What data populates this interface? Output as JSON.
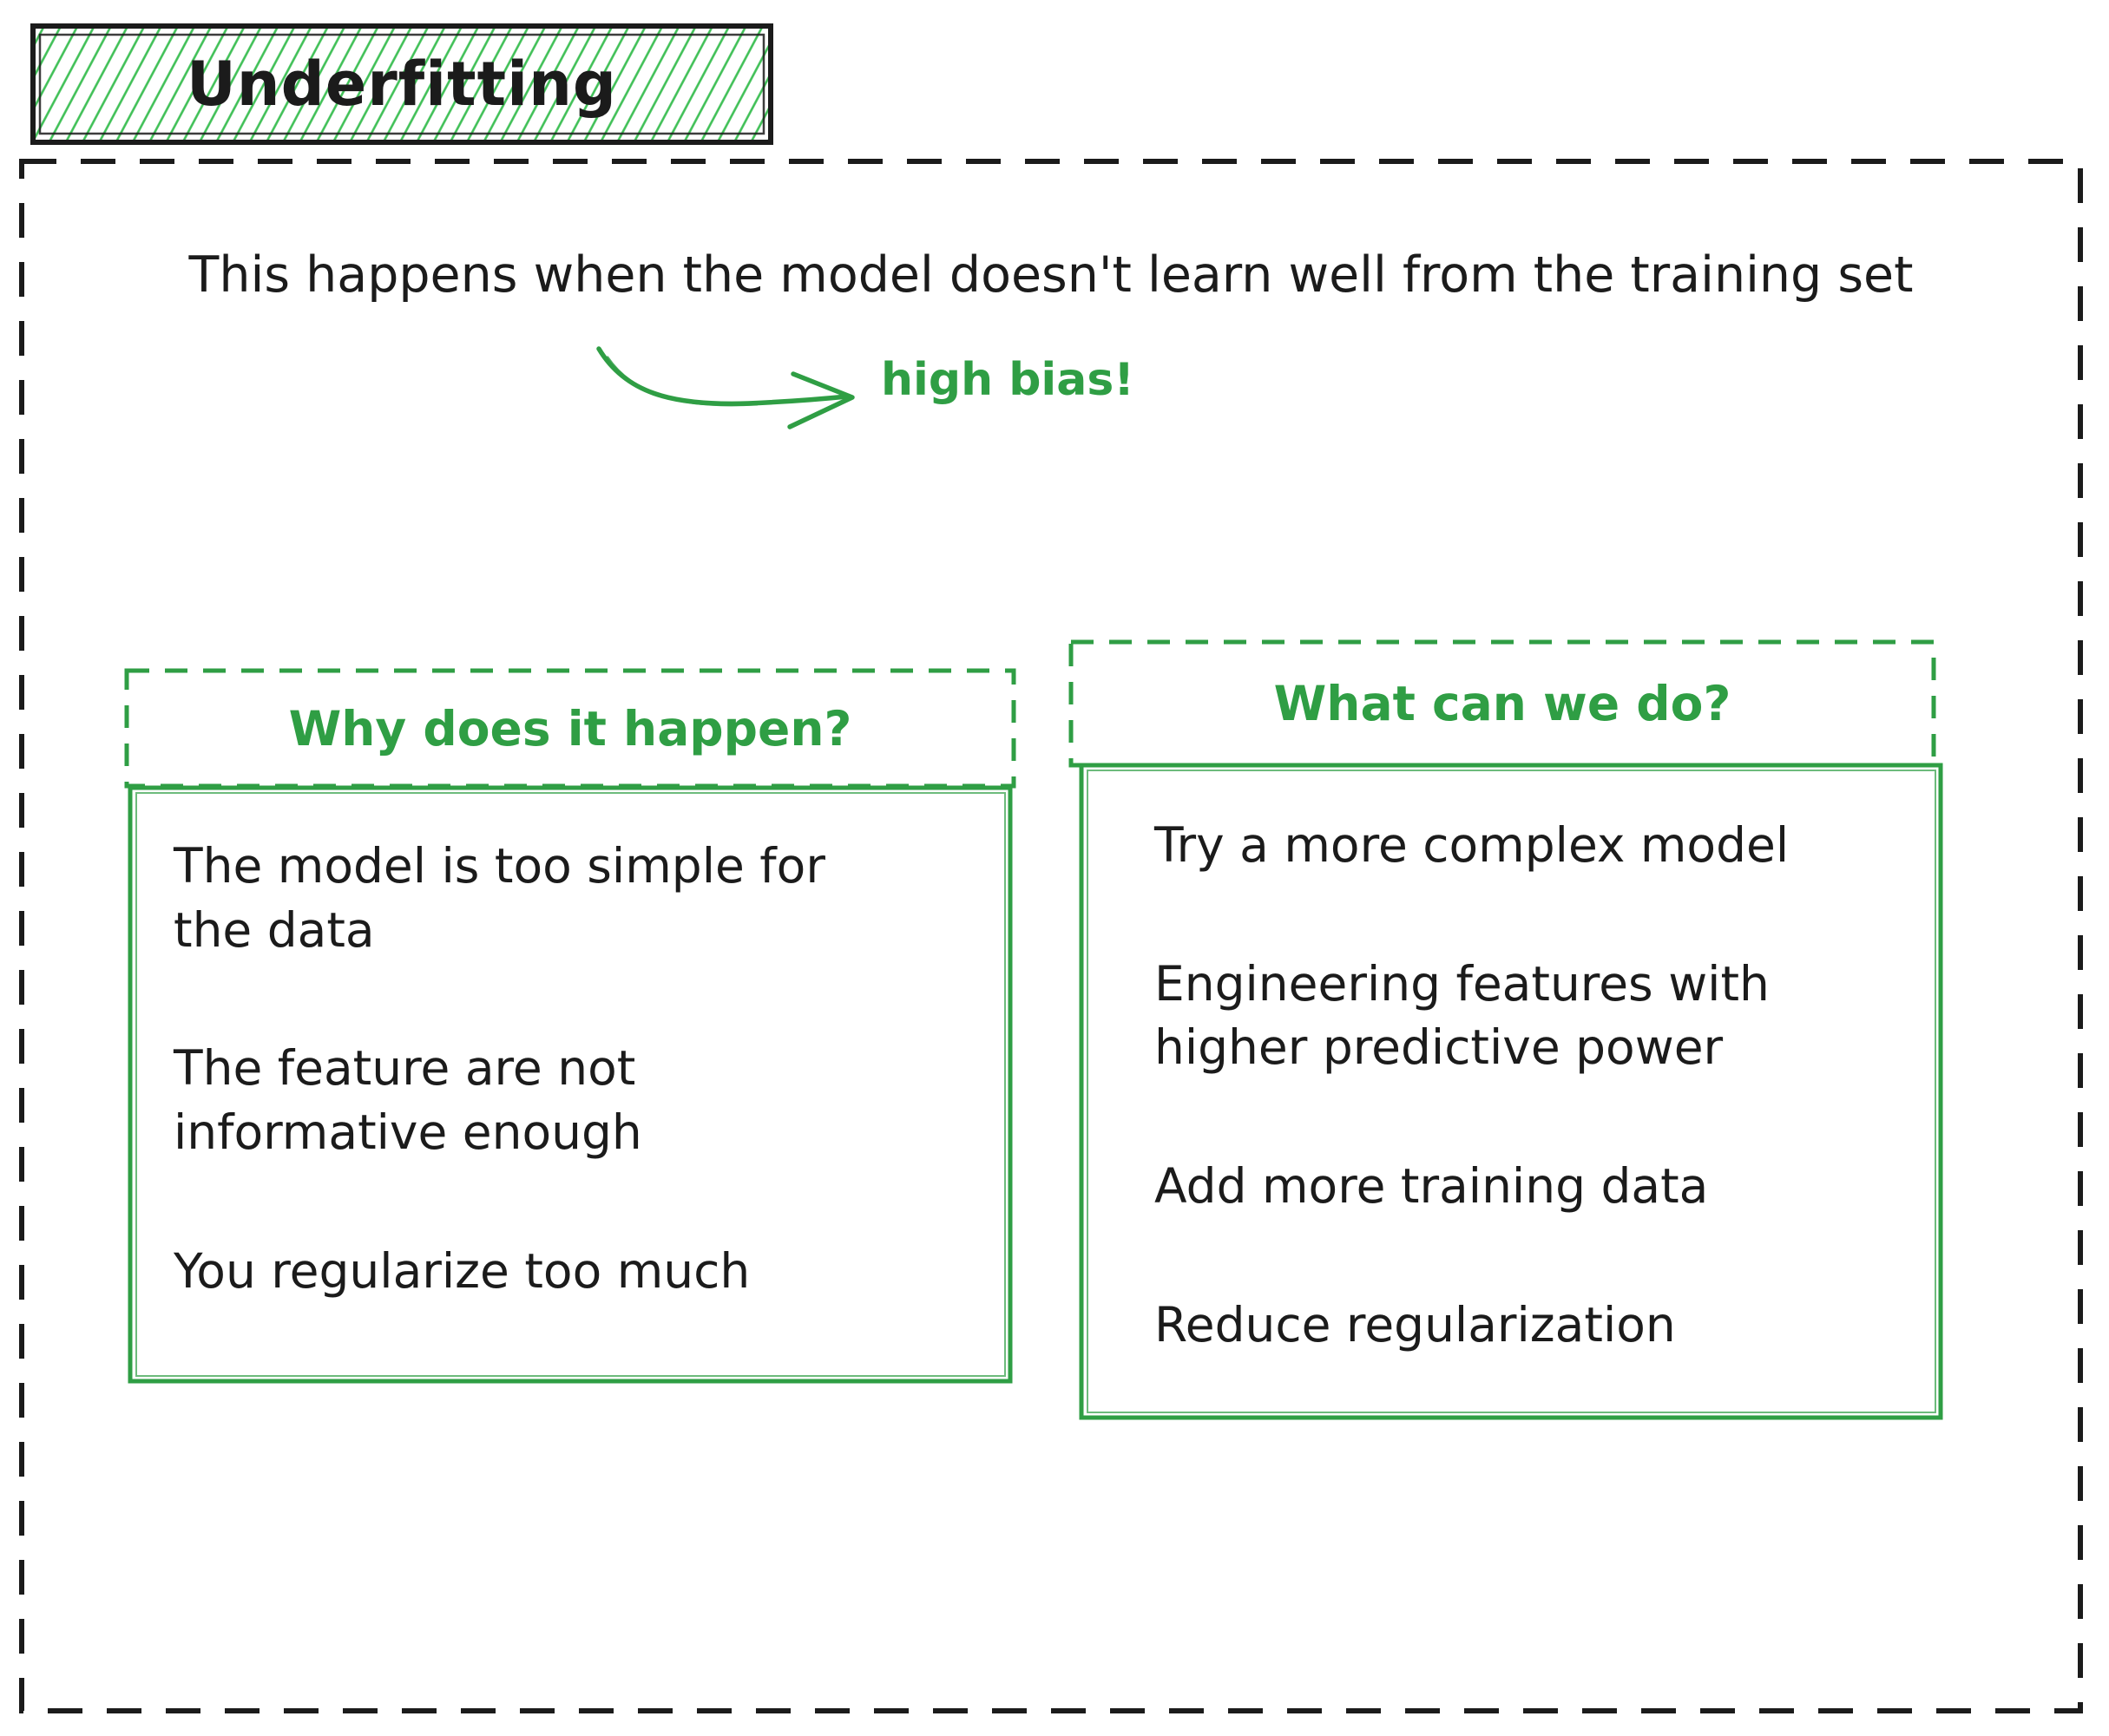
{
  "canvas": {
    "title": "Underfitting",
    "intro_text": "This happens when the model doesn't learn well from the training set",
    "annotation": "high bias!",
    "colors": {
      "ink": "#1b1b1b",
      "green_stroke": "#2f9e44",
      "green_hatch_fill": "#40c057",
      "background": "#ffffff"
    },
    "panels": [
      {
        "header": "Why does it happen?",
        "items": [
          "The model is too simple for\nthe data",
          "The feature are not\ninformative enough",
          "You regularize too much"
        ]
      },
      {
        "header": "What can we do?",
        "items": [
          "Try a more complex model",
          "Engineering features with\nhigher predictive power",
          "Add more training data",
          "Reduce regularization"
        ]
      }
    ]
  }
}
